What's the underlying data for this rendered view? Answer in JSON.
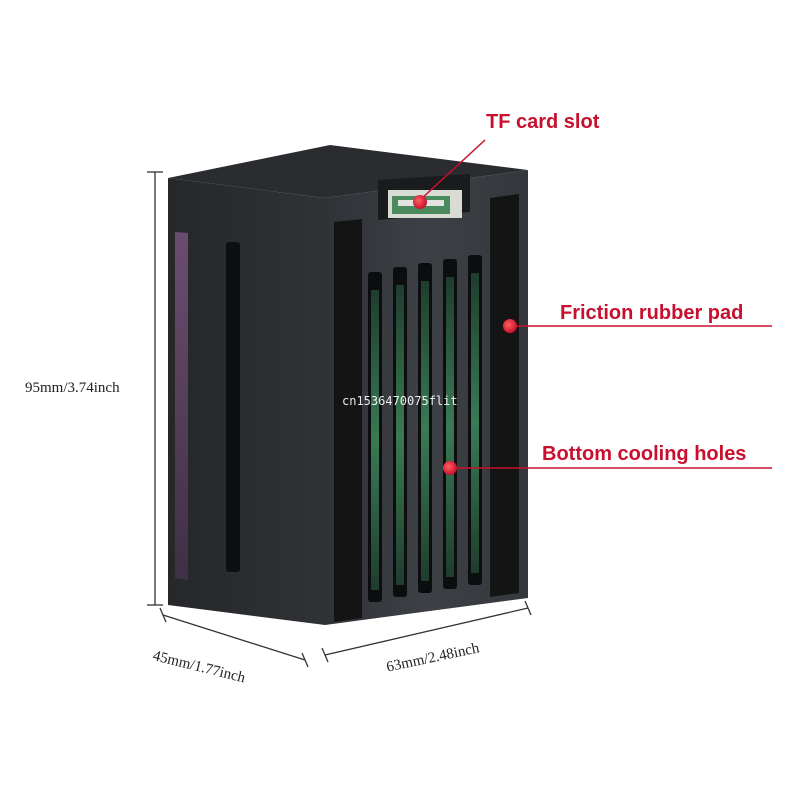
{
  "callouts": {
    "tf_card_slot": "TF card slot",
    "friction_pad": "Friction rubber pad",
    "cooling_holes": "Bottom cooling holes"
  },
  "dimensions": {
    "height": "95mm/3.74inch",
    "depth": "45mm/1.77inch",
    "width": "63mm/2.48inch"
  },
  "watermark": "cn1536470075flit",
  "colors": {
    "callout_red": "#c8102e",
    "case_front": "#3a3d42",
    "case_side": "#2b2d31",
    "pad": "#151515",
    "pcb_green": "#2f6b4a"
  }
}
